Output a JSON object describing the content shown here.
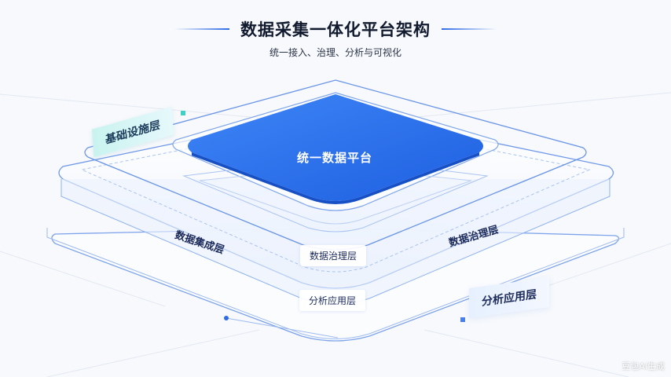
{
  "title": "数据采集一体化平台架构",
  "subtitle": "统一接入、治理、分析与可视化",
  "core_label": "统一数据平台",
  "labels": {
    "infrastructure": "基础设施层",
    "integration": "数据集成层",
    "governance_center": "数据治理层",
    "governance_right": "数据治理层",
    "application_center": "分析应用层",
    "application_right": "分析应用层"
  },
  "watermark": "豆包AI生成",
  "colors": {
    "accent": "#2e6be6",
    "core_fill": "#2f72f0",
    "teal_tag": "#c9f3ef",
    "line": "#8fb2ee"
  }
}
